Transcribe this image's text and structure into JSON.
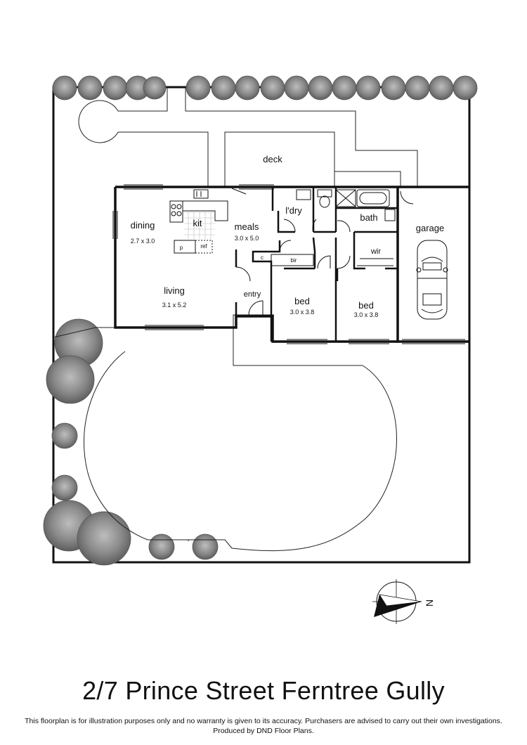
{
  "title": "2/7 Prince Street Ferntree Gully",
  "disclaimer_line1": "This floorplan is for illustration purposes only and no warranty is given to its accuracy. Purchasers are advised to carry out their own investigations.",
  "disclaimer_line2": "Produced by DND Floor Plans.",
  "rooms": {
    "deck": {
      "name": "deck"
    },
    "dining": {
      "name": "dining",
      "dims": "2.7 x 3.0"
    },
    "kit": {
      "name": "kit"
    },
    "meals": {
      "name": "meals",
      "dims": "3.0 x 5.0"
    },
    "laundry": {
      "name": "l'dry"
    },
    "bath": {
      "name": "bath"
    },
    "garage": {
      "name": "garage"
    },
    "wir": {
      "name": "wir"
    },
    "pantry": {
      "name": "p"
    },
    "ref": {
      "name": "ref"
    },
    "cupboard": {
      "name": "c"
    },
    "bir": {
      "name": "bir"
    },
    "living": {
      "name": "living",
      "dims": "3.1 x 5.2"
    },
    "entry": {
      "name": "entry"
    },
    "bed1": {
      "name": "bed",
      "dims": "3.0 x 3.8"
    },
    "bed2": {
      "name": "bed",
      "dims": "3.0 x 3.8"
    }
  },
  "compass": {
    "label": "N",
    "icon": "compass-icon"
  }
}
